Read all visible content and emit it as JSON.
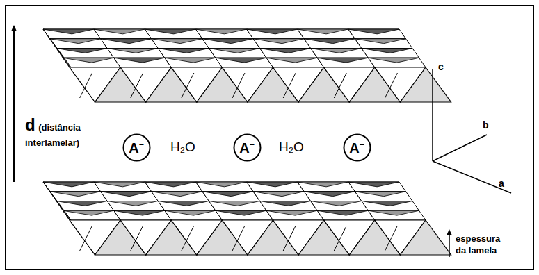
{
  "diagram": {
    "nodes": [
      {
        "text": [
          "A⁻"
        ]
      },
      {
        "text": [
          "A⁻"
        ]
      },
      {
        "text": [
          "A⁻"
        ]
      }
    ],
    "labels": [
      "d",
      "(distância interlamelar)",
      "H₂O",
      "H₂O",
      "c",
      "b",
      "a",
      "espessura da lamela"
    ]
  }
}
